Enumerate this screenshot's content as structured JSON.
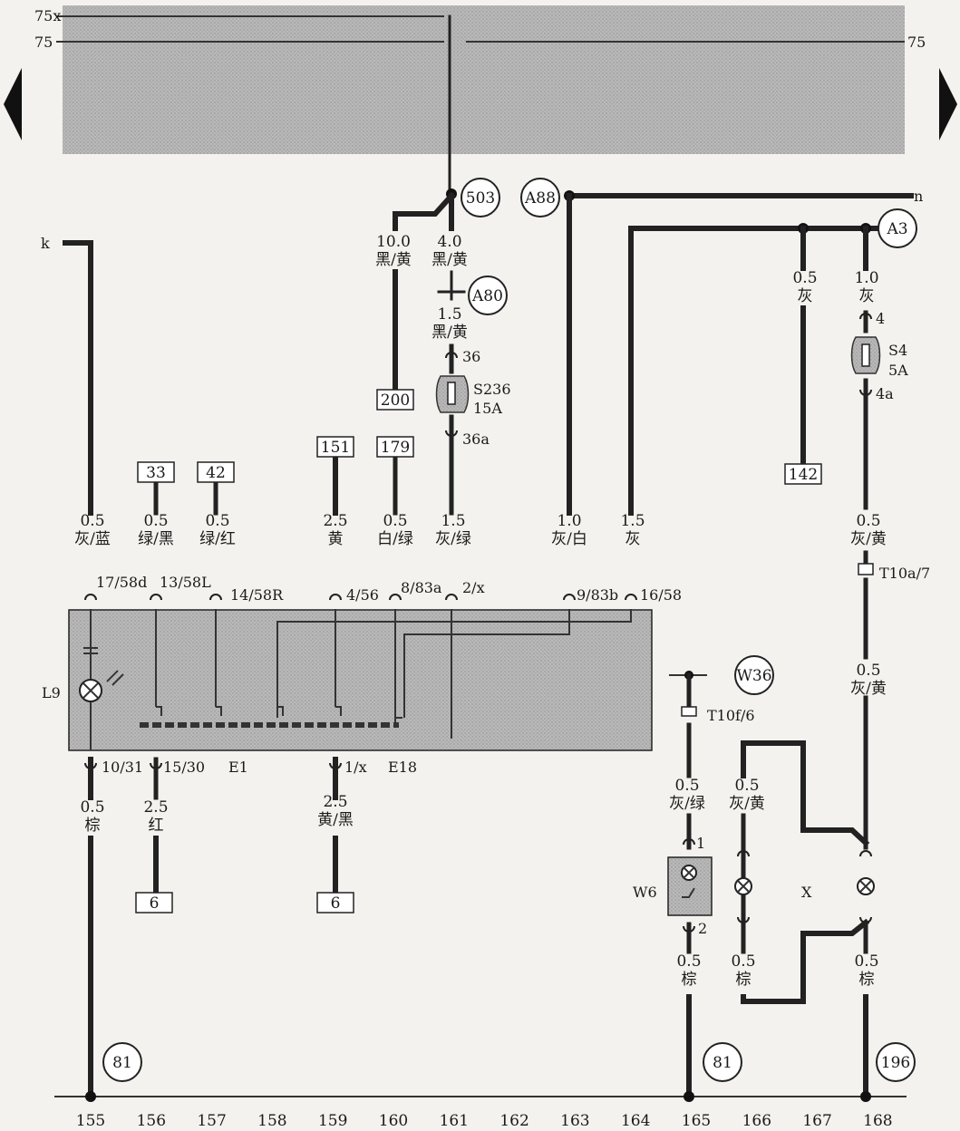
{
  "bus_labels": {
    "left_top_1": "75x",
    "left_top_2": "75",
    "right_top": "75"
  },
  "side_labels": {
    "k": "k",
    "n": "n"
  },
  "circle_labels": {
    "c503": "503",
    "A88": "A88",
    "A3": "A3",
    "A80": "A80",
    "W36": "W36",
    "c81a": "81",
    "c81b": "81",
    "c196": "196"
  },
  "ref_boxes": {
    "b200": "200",
    "b151": "151",
    "b179": "179",
    "b33": "33",
    "b42": "42",
    "b142": "142",
    "b6a": "6",
    "b6b": "6"
  },
  "wires": {
    "w155": {
      "size": "0.5",
      "color": "灰/蓝"
    },
    "w156": {
      "size": "0.5",
      "color": "绿/黑"
    },
    "w157": {
      "size": "0.5",
      "color": "绿/红"
    },
    "w159": {
      "size": "2.5",
      "color": "黄"
    },
    "w160": {
      "size": "0.5",
      "color": "白/绿"
    },
    "w161": {
      "size": "1.5",
      "color": "灰/绿"
    },
    "w163": {
      "size": "1.0",
      "color": "灰/白"
    },
    "w164": {
      "size": "1.5",
      "color": "灰"
    },
    "w168a": {
      "size": "0.5",
      "color": "灰/黄"
    },
    "w168b": {
      "size": "0.5",
      "color": "灰/黄"
    },
    "w10": {
      "size": "10.0",
      "color": "黑/黄"
    },
    "w40": {
      "size": "4.0",
      "color": "黑/黄"
    },
    "w15a80": {
      "size": "1.5",
      "color": "黑/黄"
    },
    "w167g": {
      "size": "0.5",
      "color": "灰"
    },
    "w168g": {
      "size": "1.0",
      "color": "灰"
    },
    "w155b": {
      "size": "0.5",
      "color": "棕"
    },
    "w156b": {
      "size": "2.5",
      "color": "红"
    },
    "w159b": {
      "size": "2.5",
      "color": "黄/黑"
    },
    "w165a": {
      "size": "0.5",
      "color": "灰/绿"
    },
    "w166a": {
      "size": "0.5",
      "color": "灰/黄"
    },
    "w165b": {
      "size": "0.5",
      "color": "棕"
    },
    "w166b": {
      "size": "0.5",
      "color": "棕"
    },
    "w168c": {
      "size": "0.5",
      "color": "棕"
    }
  },
  "pins": {
    "p1758d": "17/58d",
    "p1358L": "13/58L",
    "p1458R": "14/58R",
    "p456": "4/56",
    "p883a": "8/83a",
    "p2x": "2/x",
    "p983b": "9/83b",
    "p1658": "16/58",
    "p1031": "10/31",
    "p1530": "15/30",
    "p1x": "1/x",
    "p36": "36",
    "p36a": "36a",
    "p4": "4",
    "p4a": "4a",
    "pT10a": "T10a/7",
    "pT10f": "T10f/6",
    "pw1": "1",
    "pw2": "2"
  },
  "components": {
    "L9": "L9",
    "E1": "E1",
    "E18": "E18",
    "W6": "W6",
    "X": "X",
    "S236": "S236",
    "S236_rating": "15A",
    "S4": "S4",
    "S4_rating": "5A"
  },
  "columns": [
    "155",
    "156",
    "157",
    "158",
    "159",
    "160",
    "161",
    "162",
    "163",
    "164",
    "165",
    "166",
    "167",
    "168"
  ],
  "colors": {
    "paper": "#f4f2ee",
    "shade": "#b3b3b3",
    "wire": "#222222"
  }
}
